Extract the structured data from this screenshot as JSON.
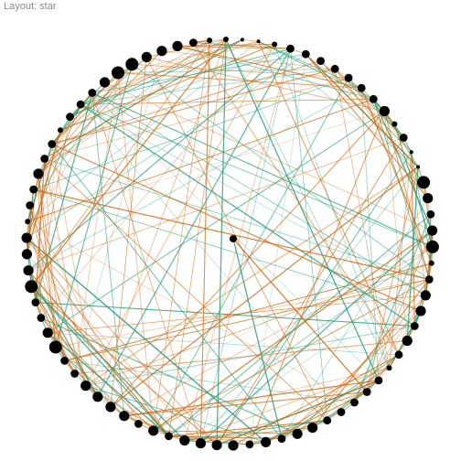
{
  "title": "Layout: star",
  "chart_data": {
    "type": "network",
    "layout": "star",
    "center_node": 0,
    "node_count": 78,
    "node_color": "#000000",
    "edge_colors": [
      "#d95f02",
      "#1b9e77"
    ],
    "edge_color_names": [
      "orange",
      "teal"
    ],
    "node_size_levels": [
      1,
      2,
      3,
      4,
      5
    ],
    "outer_node_sizes": [
      5,
      4,
      3,
      4,
      5,
      2,
      3,
      4,
      4,
      3,
      4,
      3,
      2,
      3,
      3,
      3,
      3,
      3,
      4,
      4,
      3,
      4,
      3,
      4,
      4,
      4,
      4,
      3,
      4,
      3,
      4,
      4,
      4,
      4,
      3,
      3,
      5,
      4,
      3,
      3,
      5,
      4,
      4,
      4,
      2,
      3,
      3,
      4,
      3,
      3,
      2,
      3,
      3,
      3,
      4,
      5,
      5,
      4,
      4,
      4,
      3,
      2,
      2,
      1,
      1,
      2,
      3,
      3,
      3,
      3,
      3,
      3,
      3,
      4,
      2,
      3,
      1,
      1
    ],
    "center_node_size": 2,
    "edges_rendered": 300,
    "edge_color_mix": {
      "orange": 0.55,
      "teal": 0.45
    }
  }
}
